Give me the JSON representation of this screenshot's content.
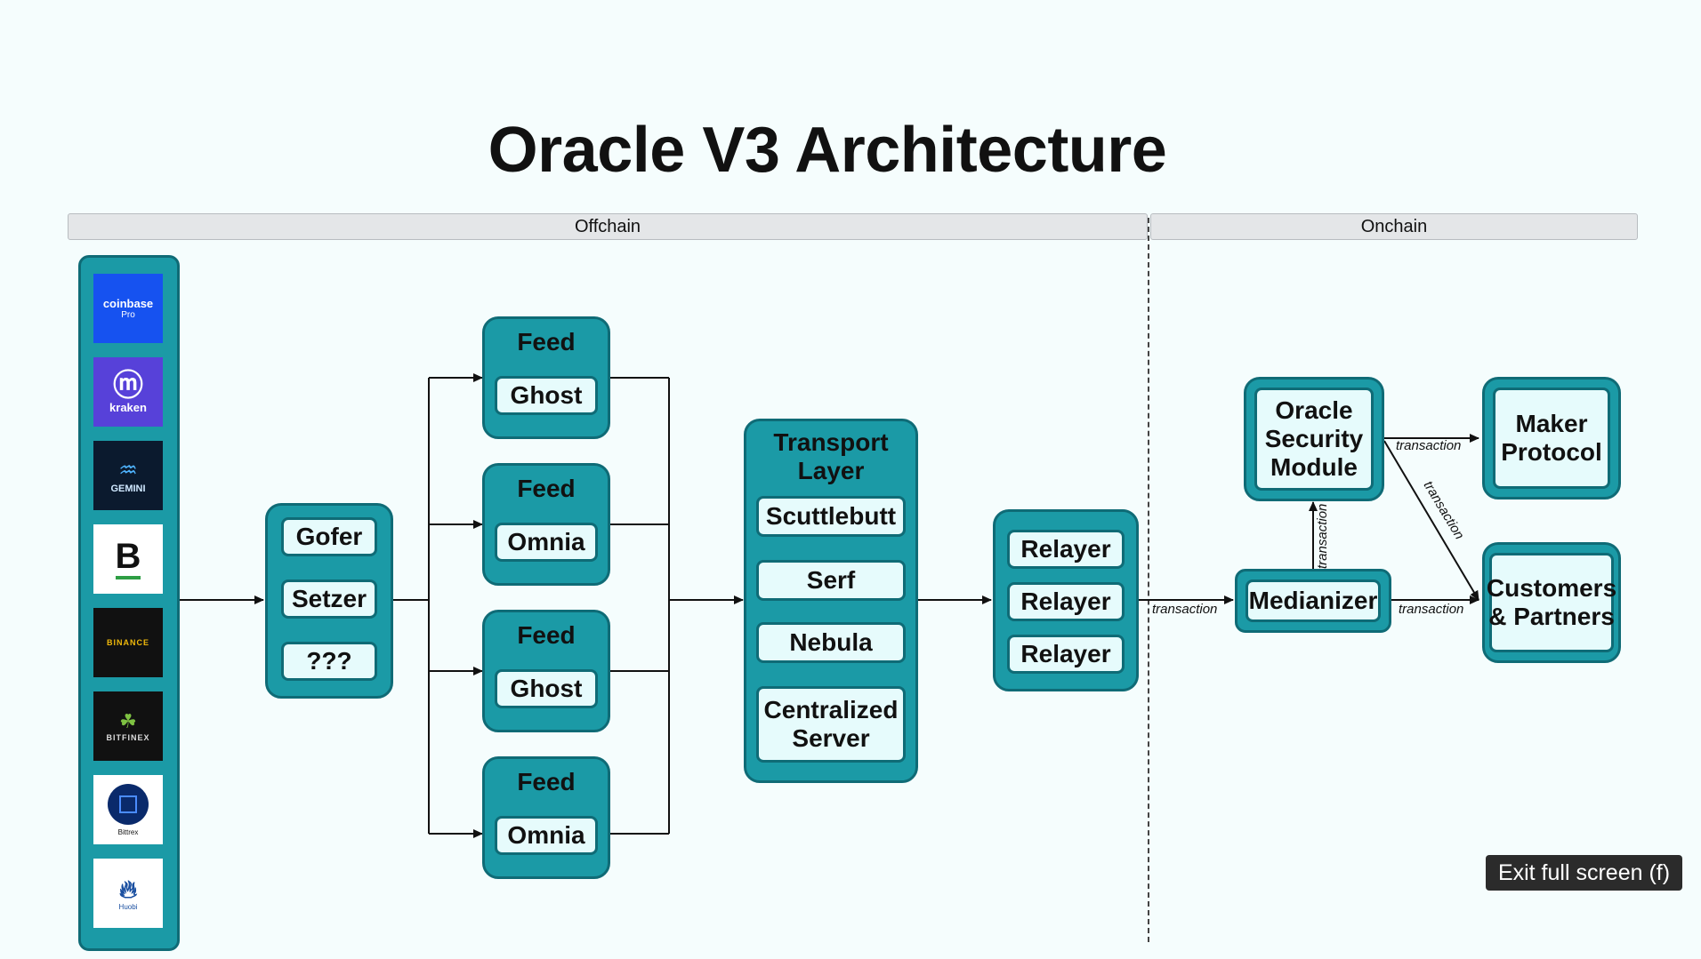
{
  "title": "Oracle V3 Architecture",
  "sections": {
    "offchain": "Offchain",
    "onchain": "Onchain"
  },
  "exchanges": [
    {
      "name": "coinbase",
      "sub": "Pro",
      "icon": "coinbase-pro-logo"
    },
    {
      "name": "kraken",
      "icon": "kraken-logo"
    },
    {
      "name": "GEMINI",
      "icon": "gemini-logo"
    },
    {
      "name": "B",
      "icon": "bitstamp-logo"
    },
    {
      "name": "BINANCE",
      "icon": "binance-logo"
    },
    {
      "name": "BITFINEX",
      "icon": "bitfinex-logo"
    },
    {
      "name": "Bittrex",
      "icon": "bittrex-logo"
    },
    {
      "name": "Huobi",
      "icon": "huobi-logo"
    }
  ],
  "gofer_group": {
    "items": [
      "Gofer",
      "Setzer",
      "???"
    ]
  },
  "feeds": [
    {
      "head": "Feed",
      "body": "Ghost"
    },
    {
      "head": "Feed",
      "body": "Omnia"
    },
    {
      "head": "Feed",
      "body": "Ghost"
    },
    {
      "head": "Feed",
      "body": "Omnia"
    }
  ],
  "transport": {
    "head": "Transport Layer",
    "items": [
      "Scuttlebutt",
      "Serf",
      "Nebula",
      "Centralized Server"
    ]
  },
  "relayers": [
    "Relayer",
    "Relayer",
    "Relayer"
  ],
  "onchain": {
    "medianizer": "Medianizer",
    "osm": "Oracle Security Module",
    "maker": "Maker Protocol",
    "customers": "Customers & Partners"
  },
  "edge_label": "transaction",
  "exit_fullscreen": "Exit full screen (f)",
  "colors": {
    "node_fill": "#1b9aa6",
    "node_border": "#0f6b76",
    "inner_fill": "#e6fbfc"
  }
}
